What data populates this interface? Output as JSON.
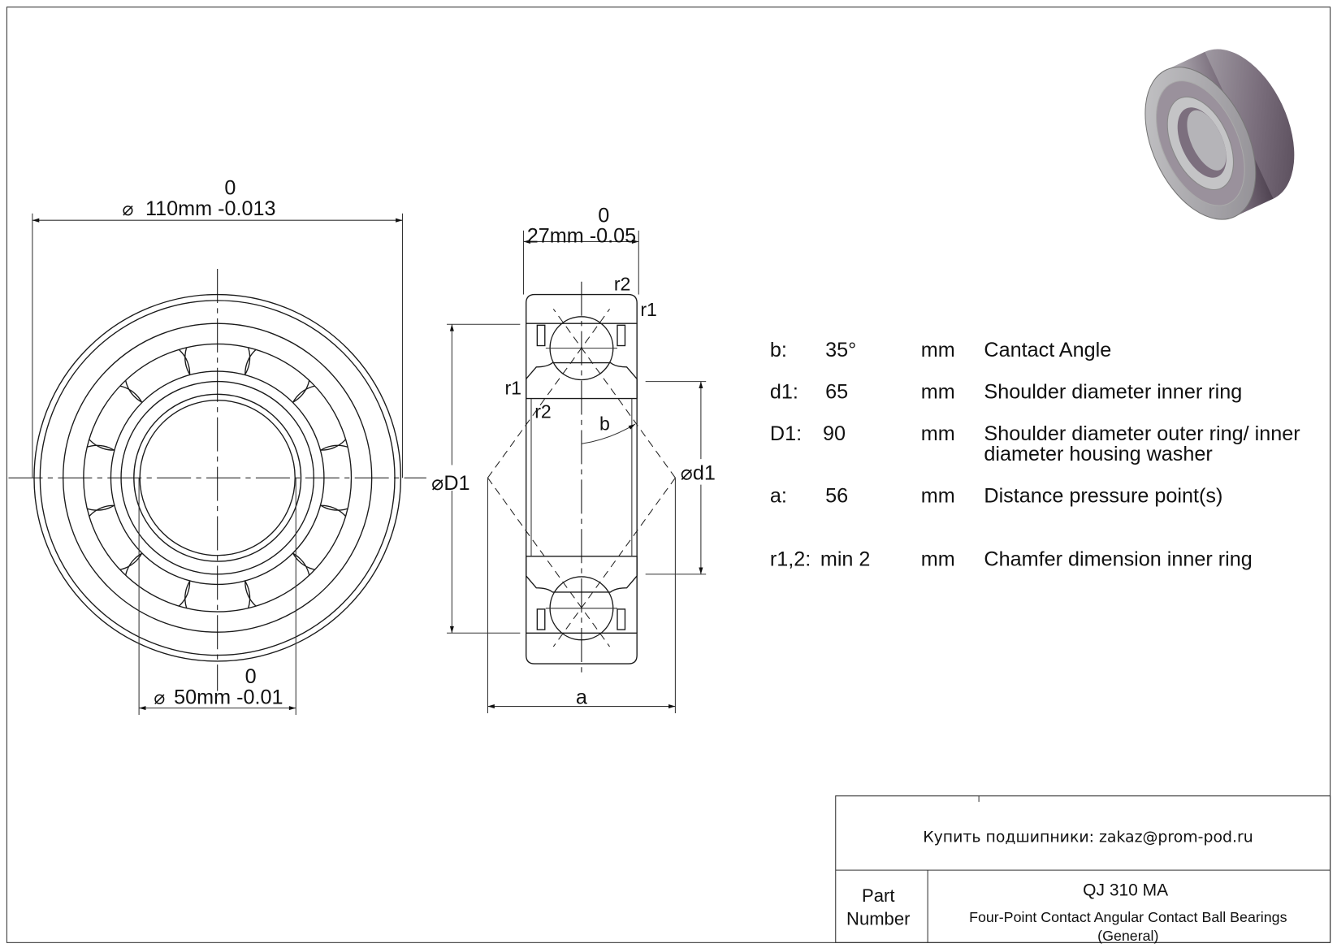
{
  "drawing": {
    "front_view": {
      "outer_dim": {
        "upper_tol": "0",
        "symbol": "⌀",
        "label": "110mm -0.013"
      },
      "bore_dim": {
        "upper_tol": "0",
        "symbol": "⌀",
        "label": "50mm -0.01"
      }
    },
    "section_view": {
      "width_dim": {
        "upper_tol": "0",
        "label": "27mm -0.05"
      },
      "r2_top": "r2",
      "r1_top": "r1",
      "r1_left": "r1",
      "r2_left": "r2",
      "angle_label": "b",
      "D1_label": "⌀D1",
      "d1_label": "⌀d1",
      "a_label": "a"
    }
  },
  "specs": [
    {
      "key": "b:",
      "value": "35°",
      "unit": "mm",
      "desc": "Cantact Angle",
      "desc2": ""
    },
    {
      "key": "d1:",
      "value": "65",
      "unit": "mm",
      "desc": "Shoulder diameter inner ring",
      "desc2": ""
    },
    {
      "key": "D1:",
      "value": "90",
      "unit": "mm",
      "desc": "Shoulder diameter outer ring/ inner",
      "desc2": "diameter housing washer"
    },
    {
      "key": "a:",
      "value": "56",
      "unit": "mm",
      "desc": "Distance pressure point(s)",
      "desc2": ""
    },
    {
      "key": "r1,2:",
      "value": "min 2",
      "unit": "mm",
      "desc": "Chamfer dimension inner ring",
      "desc2": ""
    }
  ],
  "title_block": {
    "buy_text": "Купить подшипники: zakaz@prom-pod.ru",
    "part_label_1": "Part",
    "part_label_2": "Number",
    "part_number": "QJ 310 MA",
    "description": "Four-Point Contact Angular Contact Ball Bearings",
    "category": "(General)"
  }
}
